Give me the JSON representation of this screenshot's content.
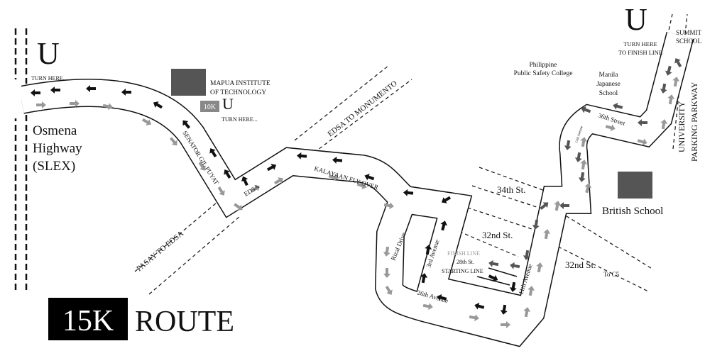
{
  "title": {
    "badge": "15K",
    "label": "ROUTE"
  },
  "colors": {
    "arrow_dark": "#111111",
    "arrow_mid": "#555555",
    "arrow_light": "#999999",
    "building": "#555555"
  },
  "labels": {
    "u_symbol": "U",
    "turn_here_left": "TURN HERE...",
    "turn_here_10k": "TURN HERE...",
    "tag_10k": "10K",
    "turn_here_finish_1": "TURN HERE",
    "turn_here_finish_2": "TO FINISH LINE",
    "osmena_1": "Osmena",
    "osmena_2": "Highway",
    "osmena_3": "(SLEX)",
    "mapua_1": "MAPUA INSTITUTE",
    "mapua_2": "OF TECHNOLOGY",
    "senator_gil_puyat": "SENATOR GIL PUYAT",
    "edsa": "EDSA",
    "pasay_to_edsa": "PASAY  TO EDSA",
    "edsa_to_monumento": "EDSA  TO MONUMENTO",
    "kalayaan": "KALAYAAN FLY-OVER",
    "rizal_drive": "Rizal Drive",
    "third_avenue": "3rd Avenue",
    "twentysixth_avenue": "26th Avenue",
    "finish_line": "FINISH LINE",
    "twentyeighth_st": "28th St.",
    "starting_line": "STARTING LINE",
    "eleventh_avenue": "11th Avenue",
    "eleventh_avenue_small": "11th Avenue",
    "thirtysecond_st_1": "32nd St.",
    "thirtysecond_st_2": "32nd St.",
    "thirtyfourth_st": "34th St.",
    "to_c5": "To C5",
    "thirtysixth_street": "36th Street",
    "ppsc_1": "Philippine",
    "ppsc_2": "Public Safety College",
    "mjs_1": "Manila",
    "mjs_2": "Japanese",
    "mjs_3": "School",
    "summit_1": "SUMMIT",
    "summit_2": "SCHOOL",
    "upp_1": "UNIVERSITY",
    "upp_2": "PARKING PARKWAY",
    "british_school": "British School"
  }
}
